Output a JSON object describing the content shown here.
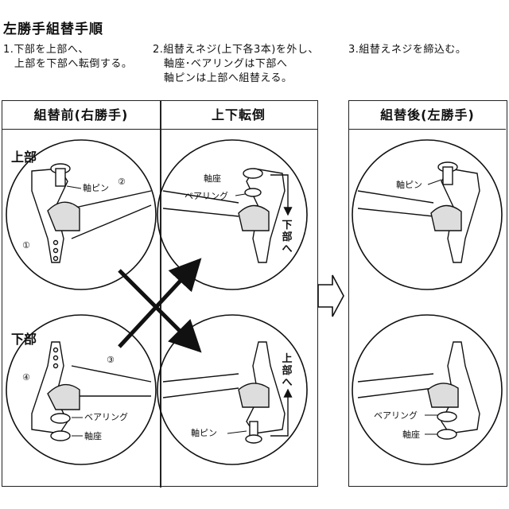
{
  "title": "左勝手組替手順",
  "steps": {
    "step1": "1.下部を上部へ、\n   上部を下部へ転倒する。",
    "step2": "2.組替えネジ(上下各3本)を外し、\n   軸座･ベアリングは下部へ\n   軸ピンは上部へ組替える。",
    "step3": "3.組替えネジを締込む。"
  },
  "panels": {
    "before": "組替前(右勝手)",
    "flip": "上下転倒",
    "after": "組替後(左勝手)"
  },
  "labels": {
    "upper": "上部",
    "lower": "下部",
    "shaft_pin": "軸ピン",
    "bearing": "ベアリング",
    "shaft_seat": "軸座",
    "to_lower": "下部へ",
    "to_upper": "上部へ",
    "n1": "①",
    "n2": "②",
    "n3": "③",
    "n4": "④"
  }
}
